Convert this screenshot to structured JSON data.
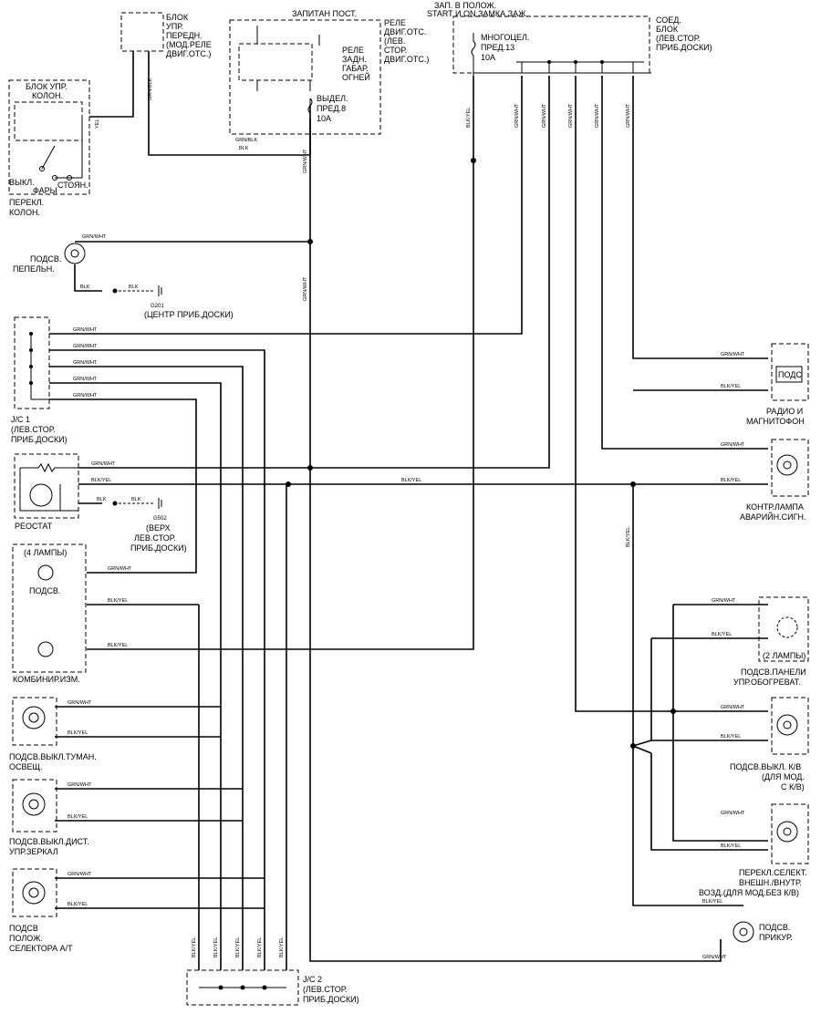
{
  "ignition_note": [
    "ЗАП. В ПОЛОЖ.",
    "START И ON ЗАМКА ЗАЖ."
  ],
  "fuse_box": {
    "lines": [
      "СОЕД.",
      "БЛОК",
      "(ЛЕВ.СТОР.",
      "ПРИБ.ДОСКИ)"
    ]
  },
  "fuse13": {
    "lines": [
      "МНОГОЦЕЛ.",
      "ПРЕД.13",
      "10A"
    ]
  },
  "powered_note": "ЗАПИТАН ПОСТ.",
  "relay_left_label": {
    "lines": [
      "РЕЛЕ",
      "ДВИГ.ОТС.",
      "(ЛЕВ.",
      "СТОР.",
      "ДВИГ.ОТС.)"
    ]
  },
  "relay_tail_label": {
    "lines": [
      "РЕЛЕ",
      "ЗАДН.",
      "ГАБАР.",
      "ОГНЕЙ"
    ]
  },
  "fuse8": {
    "lines": [
      "ВЫДЕЛ.",
      "ПРЕД.8",
      "10A"
    ]
  },
  "front_unit": {
    "lines": [
      "БЛОК",
      "УПР.",
      "ПЕРЕДН.",
      "(МОД.РЕЛЕ",
      "ДВИГ.ОТС.)"
    ]
  },
  "column_unit": {
    "lines": [
      "БЛОК УПР.",
      "КОЛОН."
    ]
  },
  "switch_labels": {
    "off": "ВЫКЛ.",
    "parking": "СТОЯН.",
    "headlights": "ФАРЫ"
  },
  "column_switch": {
    "lines": [
      "ПЕРЕКЛ.",
      "КОЛОН."
    ]
  },
  "ashtray": {
    "lines": [
      "ПОДСВ.",
      "ПЕПЕЛЬН."
    ]
  },
  "ground_g201": {
    "code": "G201",
    "lines": [
      "(ЦЕНТР ПРИБ.ДОСКИ)"
    ]
  },
  "jc1": {
    "lines": [
      "J/C 1",
      "(ЛЕВ.СТОР.",
      "ПРИБ.ДОСКИ)"
    ]
  },
  "rheostat": "РЕОСТАТ",
  "ground_g502": {
    "code": "G502",
    "lines": [
      "(ВЕРХ",
      "ЛЕВ.СТОР.",
      "ПРИБ.ДОСКИ)"
    ]
  },
  "cluster": {
    "count": "(4 ЛАМПЫ)",
    "sub": "ПОДСВ.",
    "name": "КОМБИНИР.ИЗМ."
  },
  "fog_switch": {
    "lines": [
      "ПОДСВ.ВЫКЛ.ТУМАН.",
      "ОСВЕЩ."
    ]
  },
  "mirror_switch": {
    "lines": [
      "ПОДСВ.ВЫКЛ.ДИСТ.",
      "УПР.ЗЕРКАЛ"
    ]
  },
  "at_selector": {
    "lines": [
      "ПОДСВ",
      "ПОЛОЖ.",
      "СЕЛЕКТОРА А/Т"
    ]
  },
  "jc2": {
    "lines": [
      "J/C 2",
      "(ЛЕВ.СТОР.",
      "ПРИБ.ДОСКИ)"
    ]
  },
  "radio": {
    "box": "ПОДС",
    "lines": [
      "РАДИО И",
      "МАГНИТОФОН"
    ]
  },
  "hazard": {
    "lines": [
      "КОНТР.ЛАМПА",
      "АВАРИЙН.СИГН."
    ]
  },
  "heater_panel": {
    "count": "(2 ЛАМПЫ)",
    "lines": [
      "ПОДСВ.ПАНЕЛИ",
      "УПР.ОБОГРЕВАТ."
    ]
  },
  "ac_switch": {
    "lines": [
      "ПОДСВ.ВЫКЛ. К/В",
      "(ДЛЯ МОД.",
      "С К/В)"
    ]
  },
  "recirc_switch": {
    "lines": [
      "ПЕРЕКЛ.СЕЛЕКТ.",
      "ВНЕШН./ВНУТР.",
      "ВОЗД.(ДЛЯ МОД.БЕЗ К/В)"
    ]
  },
  "lighter": {
    "lines": [
      "ПОДСВ.",
      "ПРИКУР."
    ]
  },
  "wires": {
    "gw": "GRN/WHT",
    "by": "BLK/YEL",
    "blk": "BLK",
    "grnblk": "GRN/BLK",
    "yel": "YEL"
  }
}
